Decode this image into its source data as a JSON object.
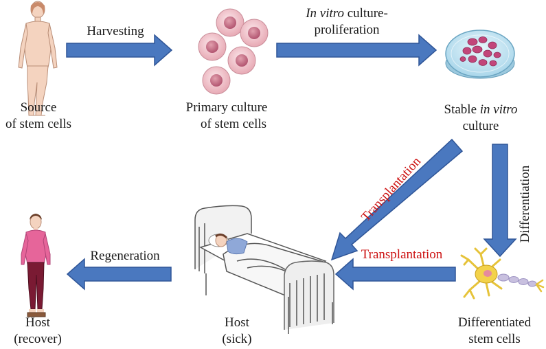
{
  "nodes": {
    "source": {
      "line1": "Source",
      "line2": "of stem cells"
    },
    "primary": {
      "line1": "Primary culture",
      "line2": "of stem cells"
    },
    "stable": {
      "pre": "Stable ",
      "italic": "in vitro",
      "line2": "culture"
    },
    "differentiated": {
      "line1": "Differentiated",
      "line2": "stem cells"
    },
    "host_sick": {
      "line1": "Host",
      "line2": "(sick)"
    },
    "host_recover": {
      "line1": "Host",
      "line2": "(recover)"
    }
  },
  "arrows": {
    "harvesting": "Harvesting",
    "culture_italic": "In vitro",
    "culture_rest": " culture-",
    "culture_line2": "proliferation",
    "differentiation": "Differentiation",
    "transplant_diag": "Transplantation",
    "transplant_horiz": "Transplantation",
    "regeneration": "Regeneration"
  },
  "colors": {
    "arrow_fill": "#4a78bf",
    "arrow_stroke": "#2f5597",
    "transplant_text": "#cc1111",
    "cell_fill": "#f2c2c8",
    "nucleus_fill": "#c96a80",
    "dish_fill": "#cfe9f5",
    "shirt": "#e6659a",
    "pants": "#7a1a33",
    "skin": "#f4d3bf"
  }
}
